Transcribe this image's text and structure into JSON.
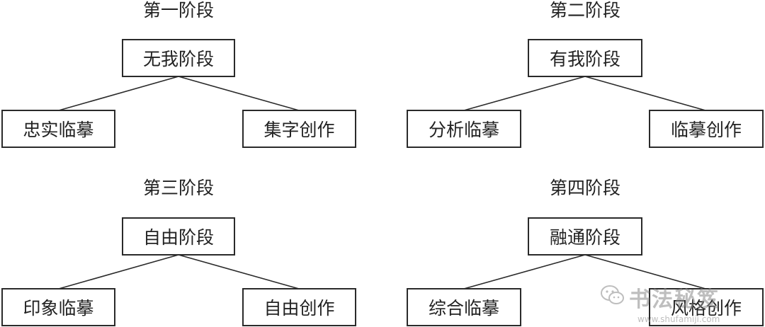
{
  "stages": [
    {
      "title": "第一阶段",
      "root": "无我阶段",
      "left": "忠实临摹",
      "right": "集字创作"
    },
    {
      "title": "第二阶段",
      "root": "有我阶段",
      "left": "分析临摹",
      "right": "临摹创作"
    },
    {
      "title": "第三阶段",
      "root": "自由阶段",
      "left": "印象临摹",
      "right": "自由创作"
    },
    {
      "title": "第四阶段",
      "root": "融通阶段",
      "left": "综合临摹",
      "right": "风格创作"
    }
  ],
  "watermark": {
    "text": "书法秘笈",
    "url": "www.shufamiji.com",
    "icon": "wechat-icon"
  }
}
